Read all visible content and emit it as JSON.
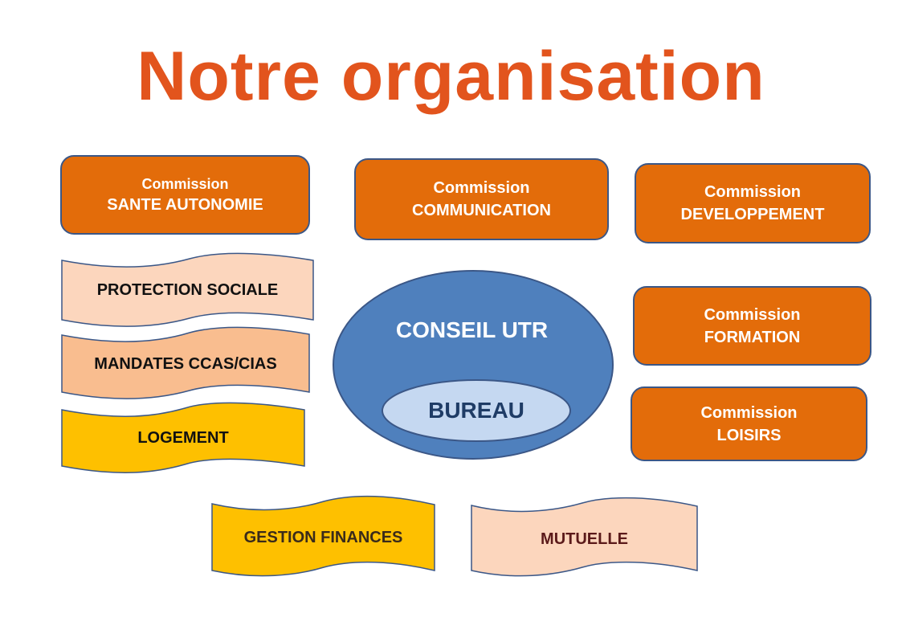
{
  "title": "Notre organisation",
  "colors": {
    "title": "#e2541d",
    "commission_fill": "#e36c0a",
    "commission_stroke": "#3b5787",
    "light_peach": "#fcd6bd",
    "peach": "#f9bd8f",
    "gold": "#fec000",
    "ellipse_blue": "#4f80bd",
    "ellipse_light": "#c5d8f1"
  },
  "commissions": {
    "sante": {
      "line1": "Commission",
      "line2": "SANTE AUTONOMIE"
    },
    "communication": {
      "line1": "Commission",
      "line2": "COMMUNICATION"
    },
    "developpement": {
      "line1": "Commission",
      "line2": "DEVELOPPEMENT"
    },
    "formation": {
      "line1": "Commission",
      "line2": "FORMATION"
    },
    "loisirs": {
      "line1": "Commission",
      "line2": "LOISIRS"
    }
  },
  "banners": {
    "protection": "PROTECTION SOCIALE",
    "mandates": "MANDATES CCAS/CIAS",
    "logement": "LOGEMENT",
    "gestion": "GESTION FINANCES",
    "mutuelle": "MUTUELLE"
  },
  "center": {
    "conseil": "CONSEIL UTR",
    "bureau": "BUREAU"
  }
}
